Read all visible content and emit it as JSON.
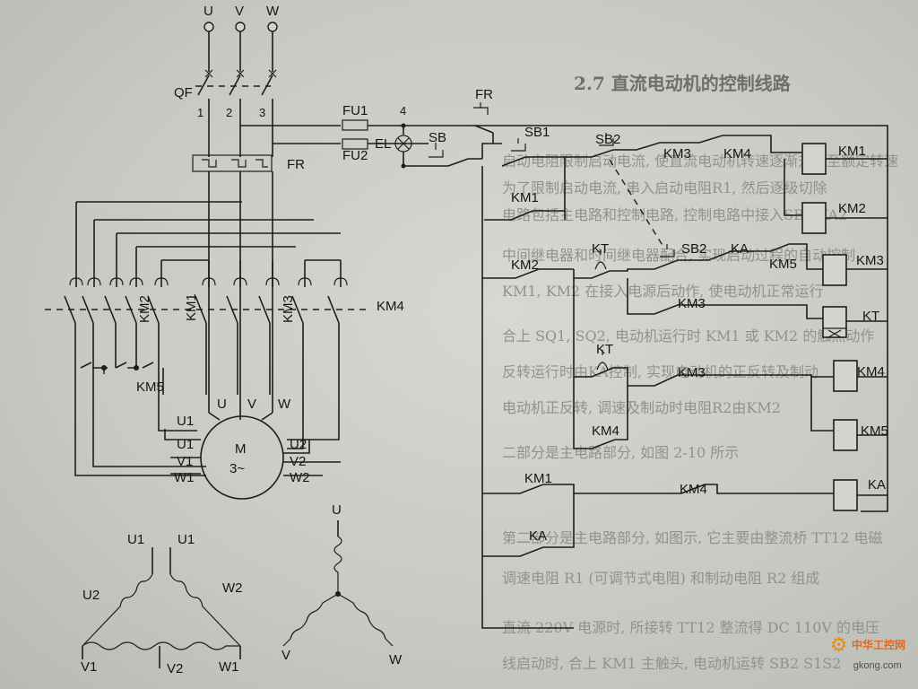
{
  "background_text": {
    "heading": "2.7 直流电动机的控制线路",
    "lines": [
      "启动电阻限制启动电流, 使直流电动机转速逐渐升高至额定转速",
      "为了限制启动电流, 串入启动电阻R1, 然后逐级切除",
      "电路包括主电路和控制电路, 控制电路中接入SB2 KA2",
      "中间继电器和时间继电器配合, 实现启动过程的自动控制",
      "KM1, KM2 在接入电源后动作, 使电动机正常运行",
      "合上 SQ1, SQ2, 电动机运行时 KM1 或 KM2 的触点动作",
      "反转运行时由KA控制, 实现电动机的正反转及制动",
      "电动机正反转, 调速及制动时电阻R2由KM2",
      "二部分是主电路部分, 如图 2-10 所示",
      "第二部分是主电路部分, 如图示, 它主要由整流桥 TT12 电磁",
      "调速电阻 R1 (可调节式电阻) 和制动电阻 R2 组成",
      "直流 220V 电源时, 所接转 TT12 整流得 DC 110V 的电压",
      "线启动时, 合上 KM1 主触头, 电动机运转 SB2 S1S2"
    ]
  },
  "supply": {
    "phases": [
      "U",
      "V",
      "W"
    ]
  },
  "breaker": {
    "label": "QF",
    "terminals": [
      "1",
      "2",
      "3"
    ]
  },
  "fuses": {
    "fu1": "FU1",
    "fu2": "FU2",
    "node": "4"
  },
  "lamp": "EL",
  "overload": {
    "main": "FR",
    "contact": "FR"
  },
  "main_contactors": [
    "KM2",
    "KM1",
    "KM3",
    "KM4",
    "KM5"
  ],
  "motor": {
    "label": "M",
    "sub": "3~",
    "top_terminals": [
      "U",
      "V",
      "W"
    ],
    "left_terminals": [
      "U1",
      "U1",
      "V1",
      "W1"
    ],
    "right_terminals": [
      "U2",
      "V2",
      "W2"
    ]
  },
  "control": {
    "sb": "SB",
    "sb1": "SB1",
    "sb2_top": "SB2",
    "sb2_mid": "SB2",
    "km3_a": "KM3",
    "km4_a": "KM4",
    "km1_hold": "KM1",
    "km2_contact": "KM2",
    "kt_1": "KT",
    "kt_2": "KT",
    "ka_contact": "KA",
    "km5_contact": "KM5",
    "km3_b": "KM3",
    "km3_c": "KM3",
    "km4_b": "KM4",
    "km1_c": "KM1",
    "km4_c": "KM4",
    "ka_hold": "KA",
    "coils": [
      "KM1",
      "KM2",
      "KM3",
      "KT",
      "KM4",
      "KM5",
      "KA"
    ]
  },
  "delta": {
    "top": [
      "U1",
      "U1"
    ],
    "left": "U2",
    "right": "W2",
    "bottom": [
      "V1",
      "V2",
      "W1"
    ]
  },
  "star": {
    "top": "U",
    "left": "V",
    "right": "W"
  },
  "watermark": {
    "site": "中华工控网",
    "url": "gkong.com"
  }
}
